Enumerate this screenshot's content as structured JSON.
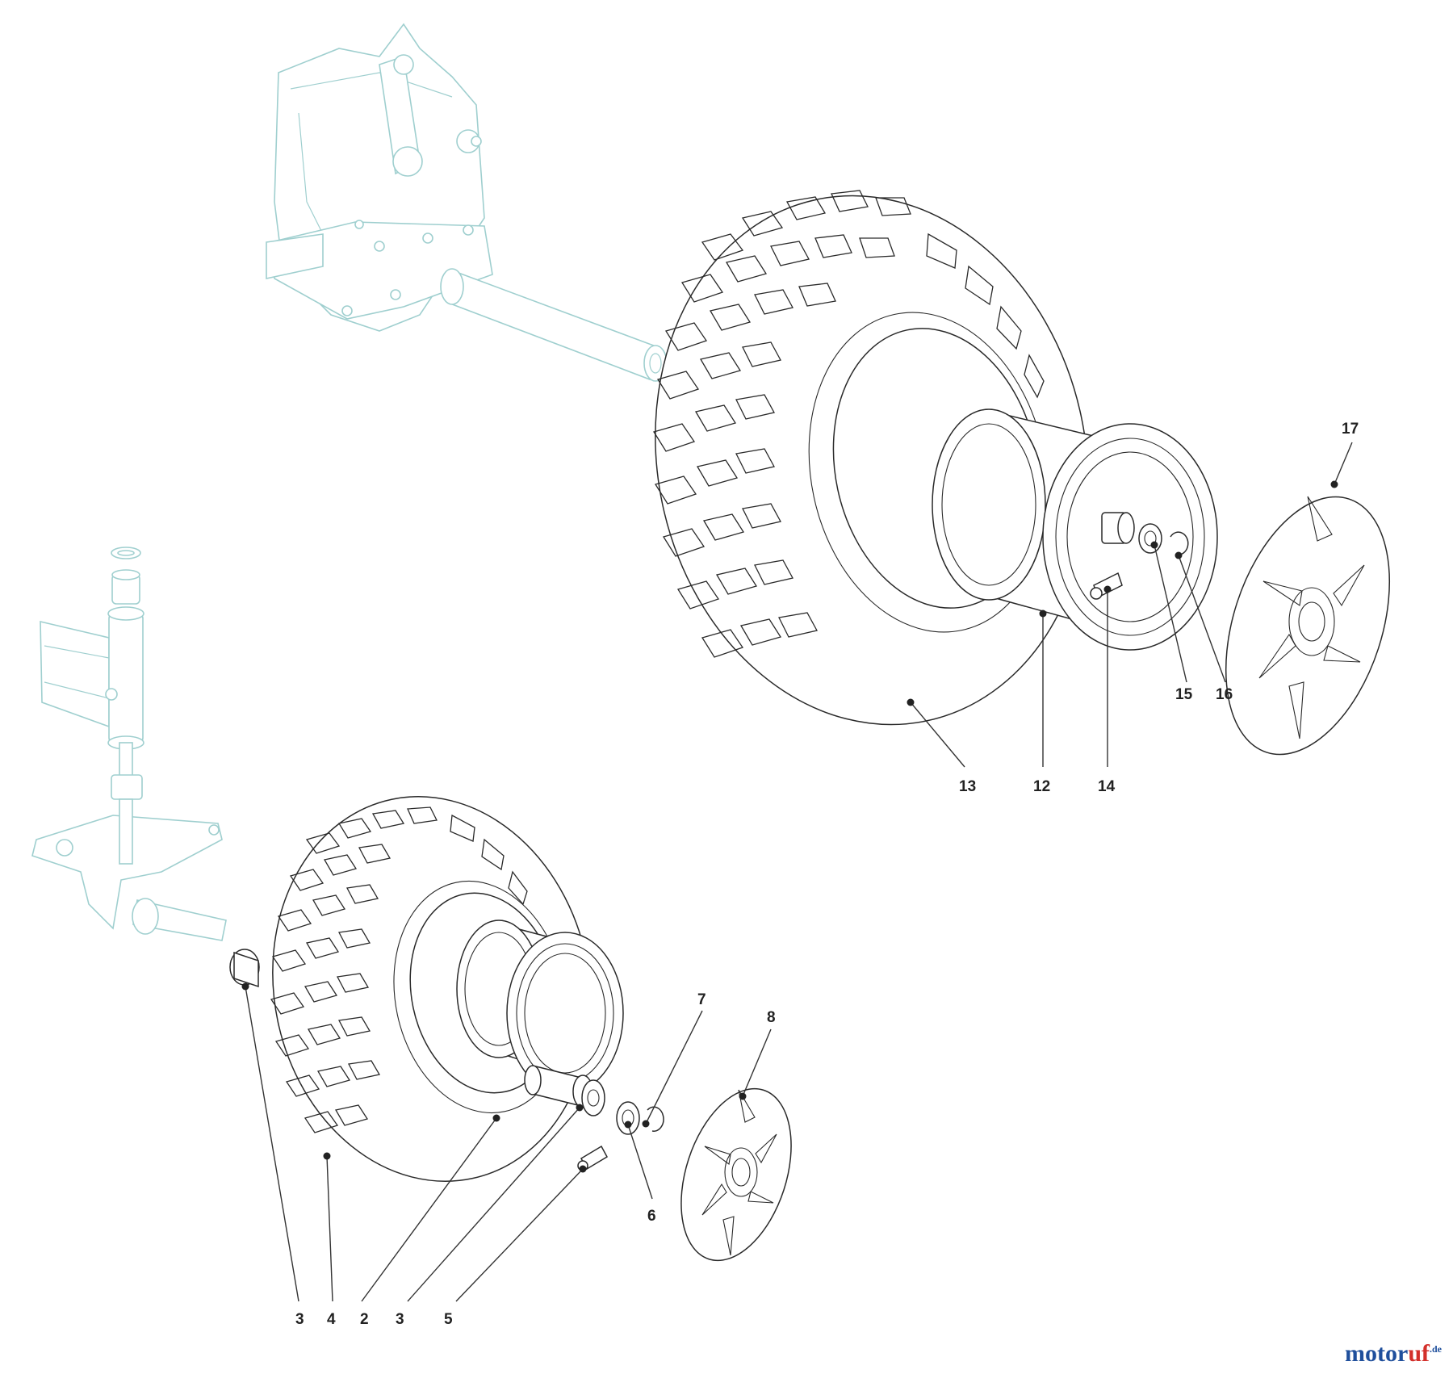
{
  "callouts": [
    {
      "id": "c17",
      "label": "17"
    },
    {
      "id": "c15",
      "label": "15"
    },
    {
      "id": "c16",
      "label": "16"
    },
    {
      "id": "c13",
      "label": "13"
    },
    {
      "id": "c12",
      "label": "12"
    },
    {
      "id": "c14",
      "label": "14"
    },
    {
      "id": "c7",
      "label": "7"
    },
    {
      "id": "c8",
      "label": "8"
    },
    {
      "id": "c6",
      "label": "6"
    },
    {
      "id": "c3a",
      "label": "3"
    },
    {
      "id": "c4",
      "label": "4"
    },
    {
      "id": "c2",
      "label": "2"
    },
    {
      "id": "c3b",
      "label": "3"
    },
    {
      "id": "c5",
      "label": "5"
    }
  ],
  "watermark": {
    "part1": "motor",
    "part2": "uf",
    "part3": ".de"
  },
  "colors": {
    "ghost_outline": "#9fcfcf",
    "line_art": "#2a2a2a",
    "brand_blue": "#1f4f9c",
    "brand_red": "#d3302b"
  }
}
